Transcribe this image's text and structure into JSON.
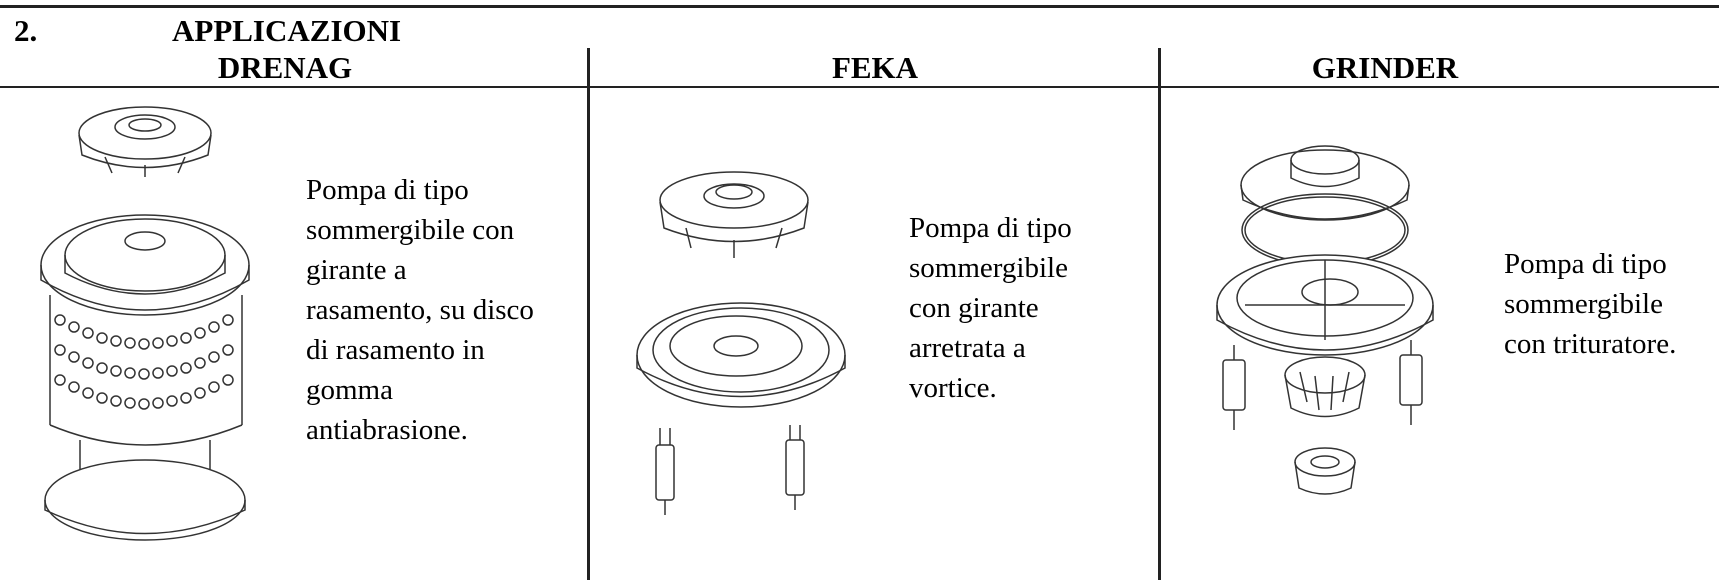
{
  "section": {
    "number": "2.",
    "title": "APPLICAZIONI"
  },
  "columns": [
    {
      "heading": "DRENAG",
      "description_lines": [
        "Pompa di tipo",
        "sommergibile con",
        "girante a",
        "rasamento, su disco",
        "di rasamento in",
        "gomma",
        "antiabrasione."
      ],
      "illustration": "drenag-pump-exploded-drawing"
    },
    {
      "heading": "FEKA",
      "description_lines": [
        "Pompa di tipo",
        "sommergibile",
        "con girante",
        "arretrata a",
        "vortice."
      ],
      "illustration": "feka-pump-exploded-drawing"
    },
    {
      "heading": "GRINDER",
      "description_lines": [
        "Pompa di tipo",
        "sommergibile",
        "con trituratore."
      ],
      "illustration": "grinder-pump-exploded-drawing"
    }
  ]
}
